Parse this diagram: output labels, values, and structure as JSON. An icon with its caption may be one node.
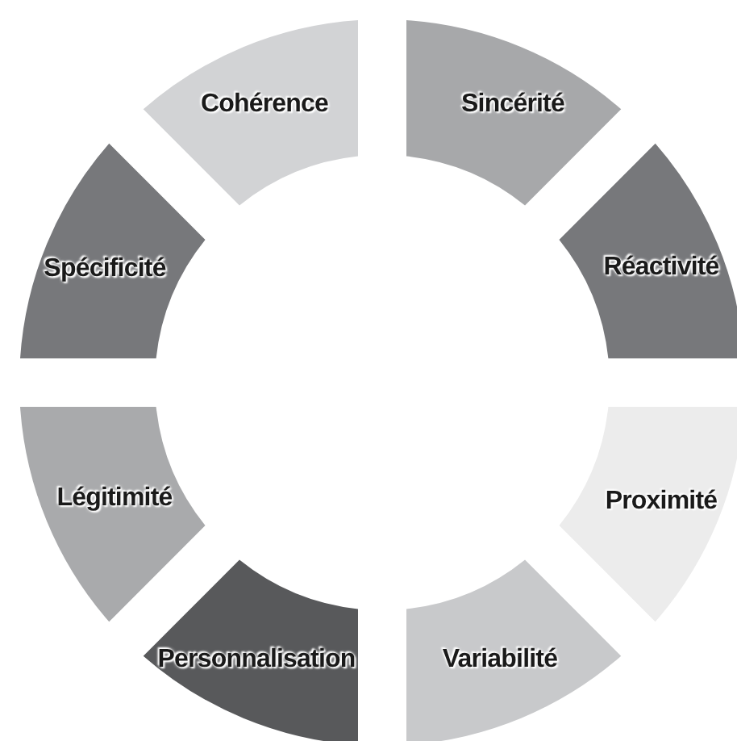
{
  "diagram": {
    "nodes": [
      {
        "text": [
          "Sincérité"
        ]
      },
      {
        "text": [
          "Réactivité"
        ]
      },
      {
        "text": [
          "Proximité"
        ]
      },
      {
        "text": [
          "Variabilité"
        ]
      },
      {
        "text": [
          "Personnalisation"
        ]
      },
      {
        "text": [
          "Légitimité"
        ]
      },
      {
        "text": [
          "Spécificité"
        ]
      },
      {
        "text": [
          "Cohérence"
        ]
      }
    ]
  }
}
